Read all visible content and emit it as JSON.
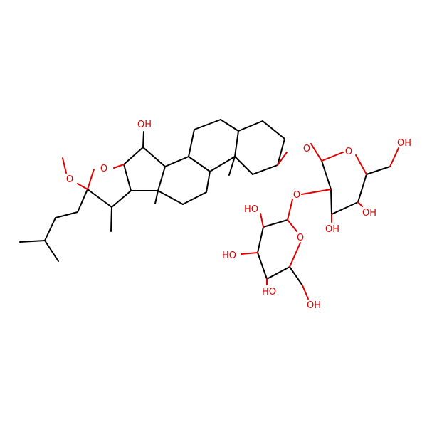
{
  "colors": {
    "bond": "#000000",
    "heteroatom": "#e00000",
    "background": "#ffffff"
  },
  "atoms": {
    "oh_top": "OH",
    "o_furan": "O",
    "o_methoxy": "O",
    "o_glycosidic1": "O",
    "o_ring_a": "O",
    "oh_ch2_a": "OH",
    "o_glycosidic2": "O",
    "oh_a4": "OH",
    "oh_a3": "OH",
    "ho_b2": "HO",
    "o_ring_b": "O",
    "ho_b3": "HO",
    "ho_b4": "HO",
    "oh_ch2_b": "OH"
  }
}
